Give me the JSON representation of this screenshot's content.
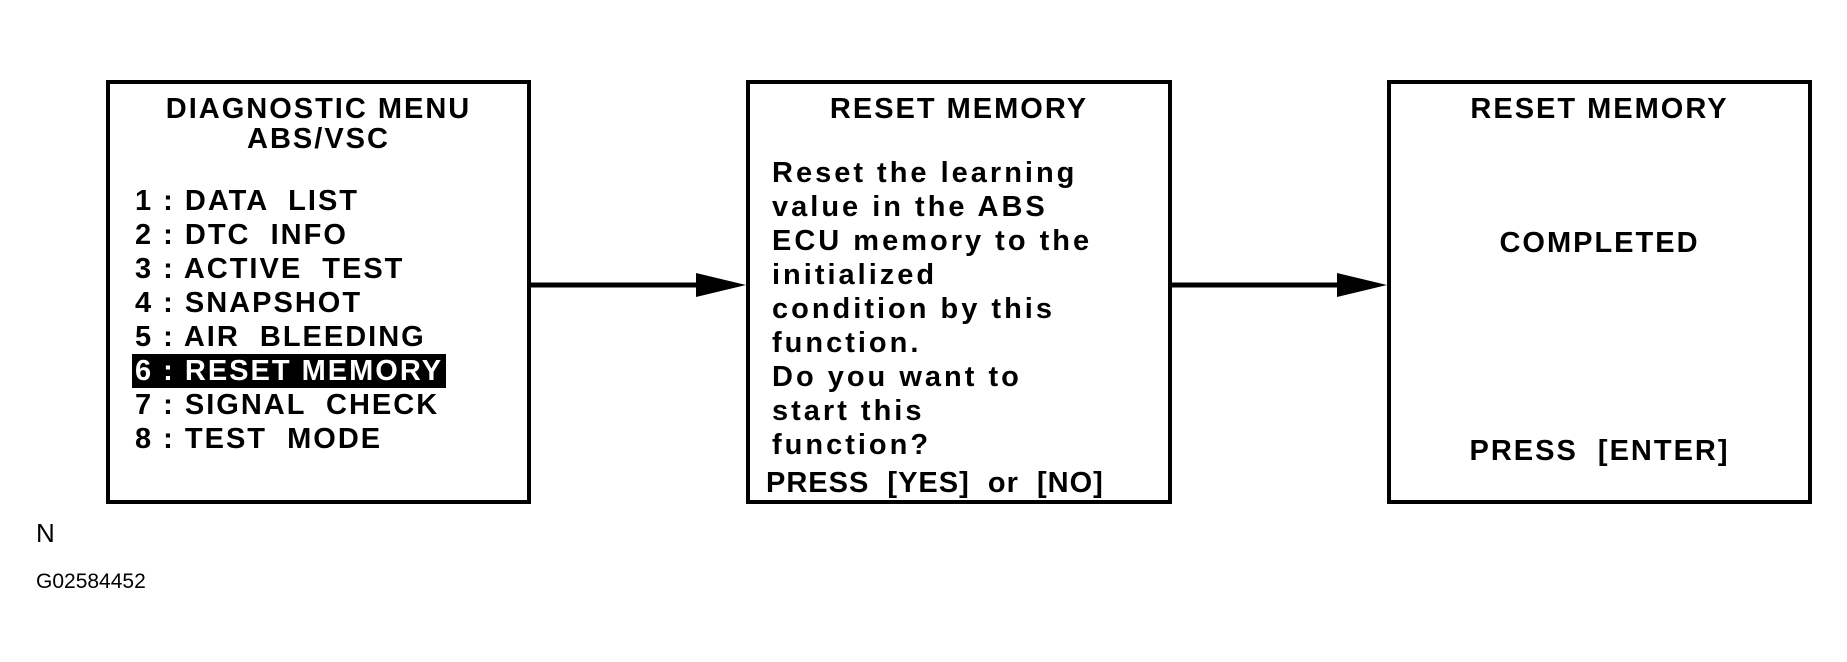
{
  "menu_screen": {
    "title_line1": "DIAGNOSTIC MENU",
    "title_line2": "ABS/VSC",
    "items": [
      {
        "label": "1 : DATA  LIST"
      },
      {
        "label": "2 : DTC  INFO"
      },
      {
        "label": "3 : ACTIVE  TEST"
      },
      {
        "label": "4 : SNAPSHOT"
      },
      {
        "label": "5 : AIR  BLEEDING"
      },
      {
        "label": "6 : RESET MEMORY"
      },
      {
        "label": "7 : SIGNAL  CHECK"
      },
      {
        "label": "8 : TEST  MODE"
      }
    ],
    "selected_index": 5
  },
  "confirm_screen": {
    "title": "RESET  MEMORY",
    "body_lines": [
      "Reset the learning",
      "value in the ABS",
      "ECU memory to the",
      "initialized",
      "condition by this",
      "function.",
      "Do you want to",
      "start this",
      "function?"
    ],
    "prompt": "PRESS  [YES]  or  [NO]"
  },
  "done_screen": {
    "title": "RESET  MEMORY",
    "status": "COMPLETED",
    "prompt": "PRESS  [ENTER]"
  },
  "captions": {
    "letter": "N",
    "figure_id": "G02584452"
  }
}
